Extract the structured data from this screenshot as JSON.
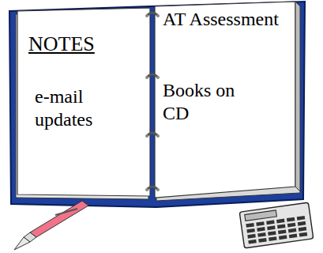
{
  "diagram": {
    "labels": [
      "NOTES",
      "e-mail updates",
      "AT Assessment",
      "Books on CD"
    ]
  }
}
